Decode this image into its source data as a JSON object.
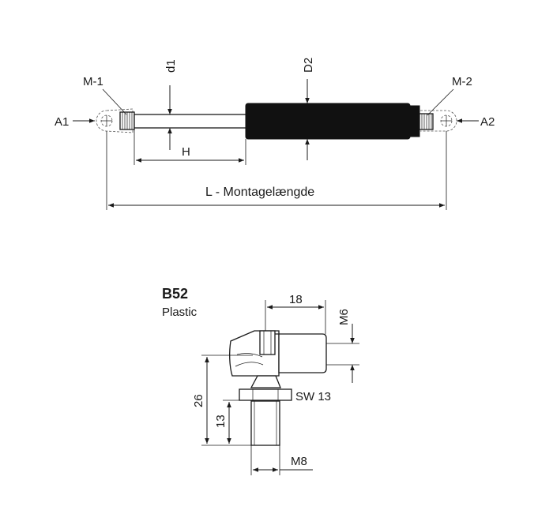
{
  "gas_spring": {
    "end_fitting_left": "M-1",
    "end_fitting_right": "M-2",
    "attachment_left": "A1",
    "attachment_right": "A2",
    "rod_diameter": "d1",
    "tube_diameter": "D2",
    "stroke": "H",
    "length": "L - Montagelængde"
  },
  "fitting": {
    "model": "B52",
    "material": "Plastic",
    "dims": {
      "width": "18",
      "thread_side": "M6",
      "height": "26",
      "thread_length": "13",
      "wrench": "SW 13",
      "thread_bottom": "M8"
    }
  }
}
